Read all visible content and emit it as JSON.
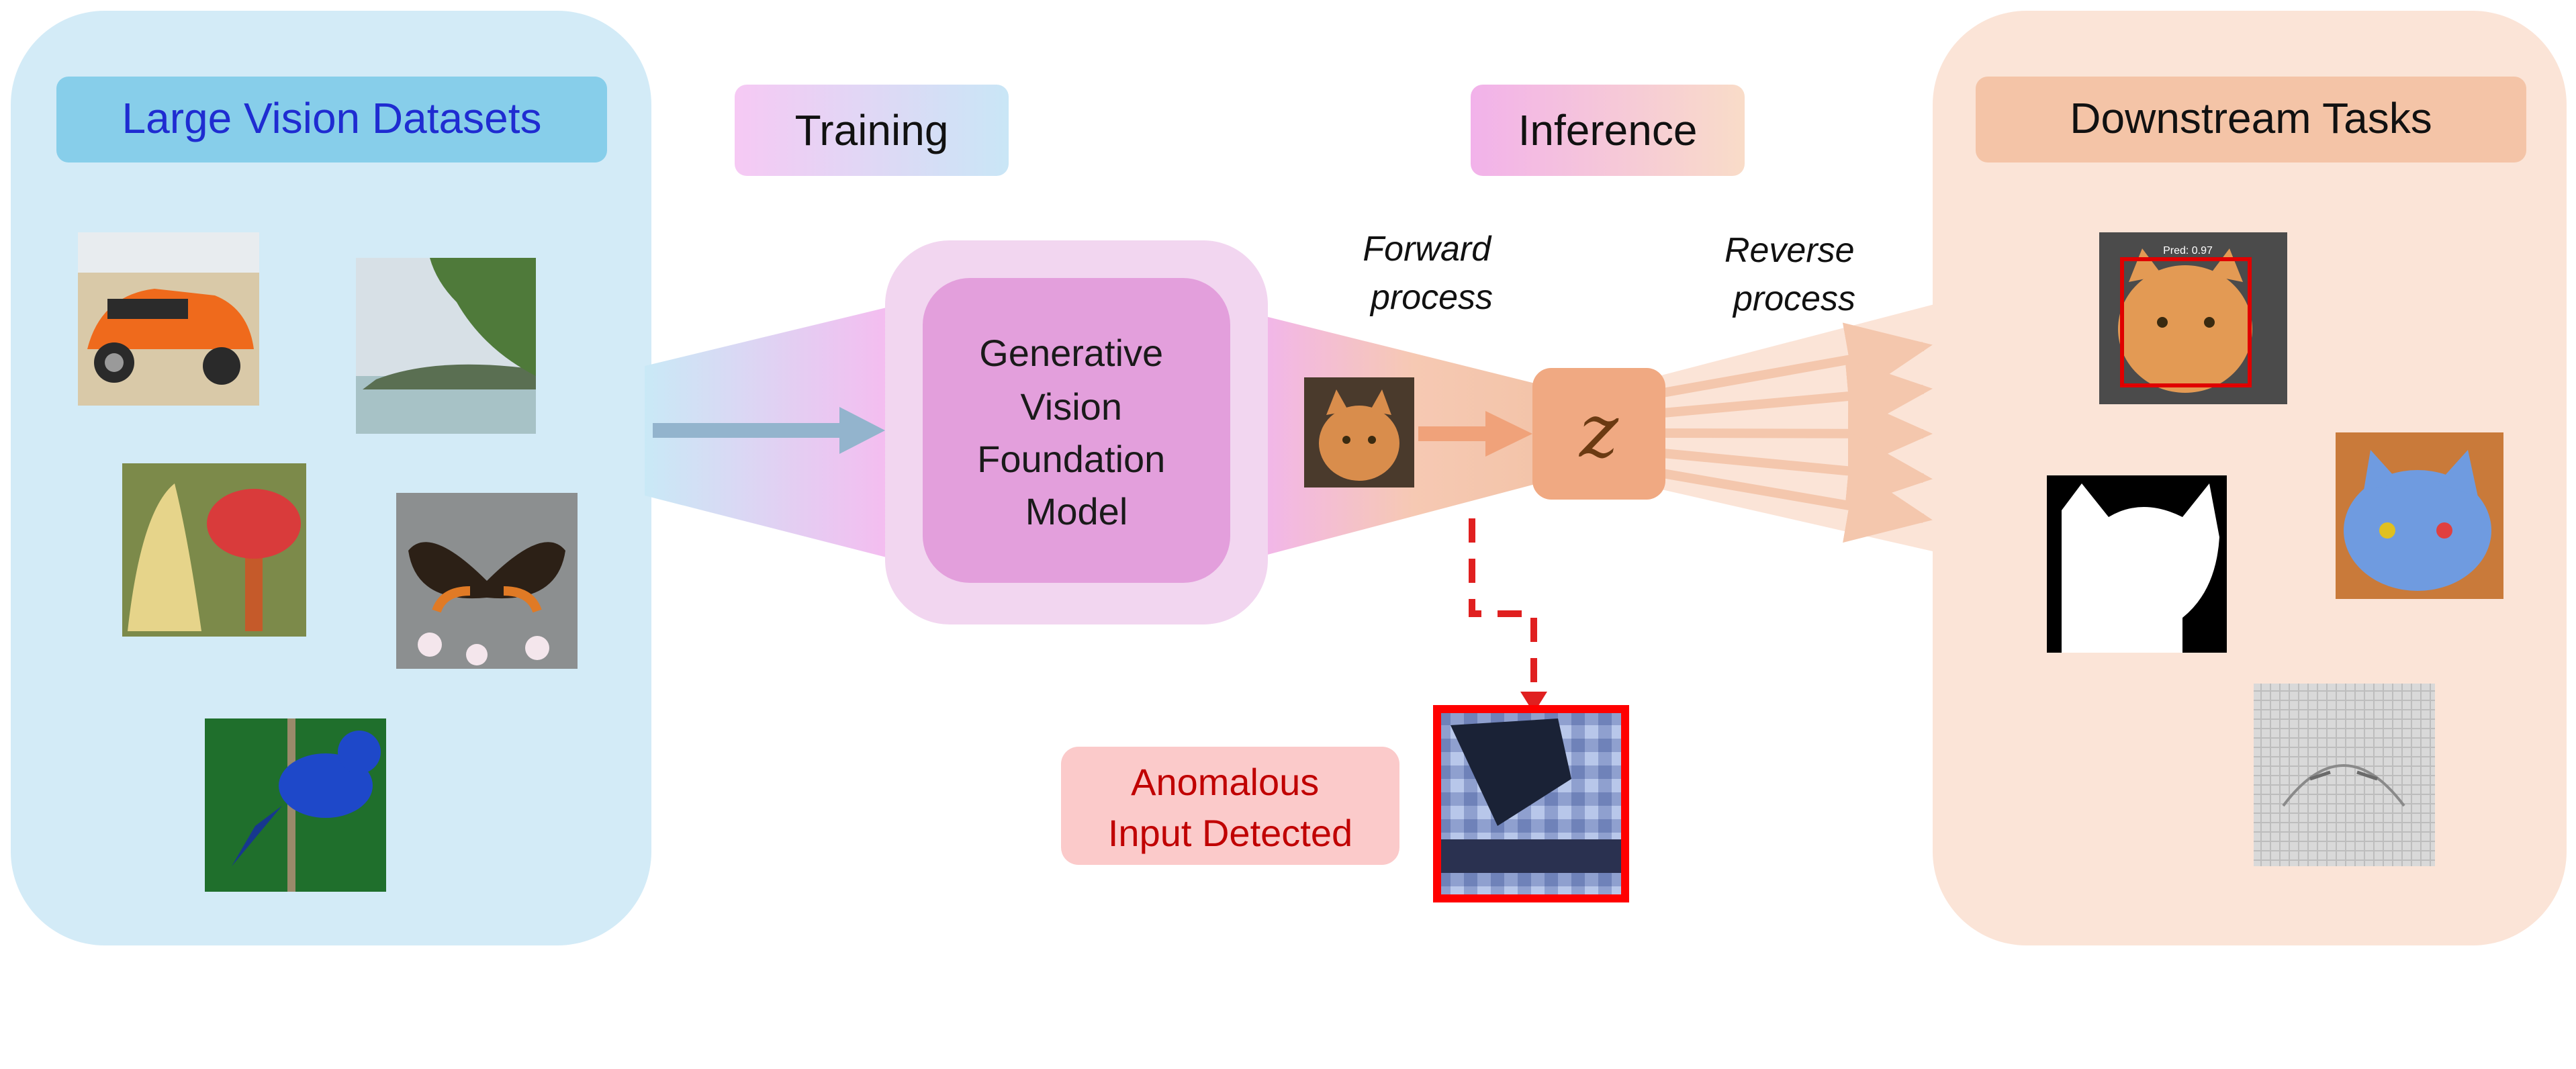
{
  "left_panel": {
    "title": "Large Vision Datasets",
    "images": [
      "car-photo",
      "lake-shore-photo",
      "mushroom-photo",
      "butterfly-photo",
      "bluebird-photo"
    ]
  },
  "training_label": "Training",
  "inference_label": "Inference",
  "model": {
    "lines": [
      "Generative",
      "Vision",
      "Foundation",
      "Model"
    ]
  },
  "forward_process": [
    "Forward",
    "process"
  ],
  "reverse_process": [
    "Reverse",
    "process"
  ],
  "latent_symbol": "z",
  "anomaly": {
    "lines": [
      "Anomalous",
      "Input Detected"
    ],
    "image": "noisy-anomalous-image"
  },
  "downstream": {
    "title": "Downstream Tasks",
    "detection_label": "Pred: 0.97",
    "images": [
      "cat-detection",
      "cat-segmentation-mask",
      "cat-depth-color",
      "cat-edge-map"
    ]
  },
  "colors": {
    "left_panel_bg": "#d3ebf7",
    "left_title_bg": "#87ceea",
    "left_title_text": "#1f2cd1",
    "right_panel_bg": "#fbe4d7",
    "right_title_bg": "#f4c4a7",
    "model_outer": "#f2d6f0",
    "model_inner": "#e39fdc",
    "latent_box": "#f0a982",
    "anomaly_bg": "#fbcaca",
    "anomaly_text": "#c00000",
    "dashed_arrow": "#e02020"
  }
}
